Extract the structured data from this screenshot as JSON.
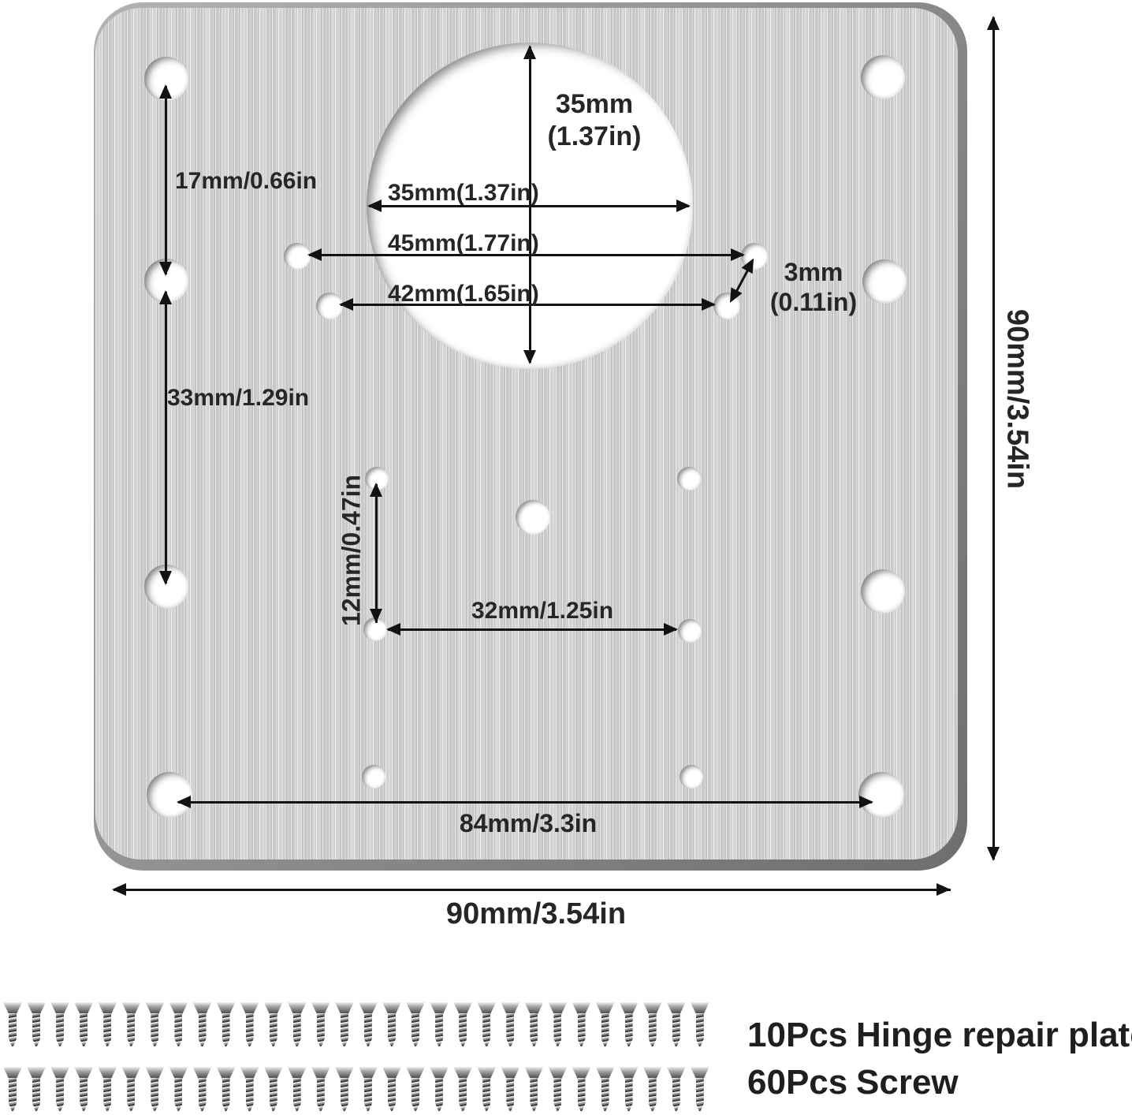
{
  "diagram": {
    "dims": {
      "d17": "17mm/0.66in",
      "d33": "33mm/1.29in",
      "circle_v_line1": "35mm",
      "circle_v_line2": "(1.37in)",
      "d35h": "35mm(1.37in)",
      "d45": "45mm(1.77in)",
      "d42": "42mm(1.65in)",
      "d3_line1": "3mm",
      "d3_line2": "(0.11in)",
      "d12": "12mm/0.47in",
      "d32": "32mm/1.25in",
      "d84": "84mm/3.3in",
      "d90_bottom": "90mm/3.54in",
      "d90_right": "90mm/3.54in"
    },
    "parts": [
      {
        "qty": "10Pcs",
        "name": "Hinge repair plate"
      },
      {
        "qty": "60Pcs",
        "name": "Screw"
      }
    ],
    "screws": {
      "rows": 2,
      "per_row": 30
    },
    "holes": {
      "hinge_cup": [
        672,
        261,
        414
      ],
      "corner": [
        [
          211,
          100,
          56
        ],
        [
          1120,
          98,
          56
        ],
        [
          211,
          356,
          56
        ],
        [
          1122,
          357,
          56
        ],
        [
          211,
          744,
          56
        ],
        [
          1120,
          750,
          56
        ],
        [
          215,
          1008,
          58
        ],
        [
          1118,
          1008,
          58
        ]
      ],
      "side_small": [
        [
          377,
          325,
          34
        ],
        [
          418,
          388,
          34
        ],
        [
          957,
          325,
          34
        ],
        [
          922,
          388,
          34
        ]
      ],
      "middle": [
        [
          478,
          607,
          30
        ],
        [
          874,
          607,
          30
        ],
        [
          476,
          798,
          30
        ],
        [
          875,
          800,
          30
        ],
        [
          676,
          656,
          44
        ],
        [
          474,
          985,
          30
        ],
        [
          877,
          985,
          30
        ]
      ]
    },
    "colors": {
      "plate_face": "#d3d3d3",
      "plate_edge": "#8a8a8a",
      "hole": "#ffffff",
      "text": "#262626",
      "arrow": "#121212",
      "screw_dark": "#454545",
      "screw_light": "#e2e2e2"
    }
  }
}
